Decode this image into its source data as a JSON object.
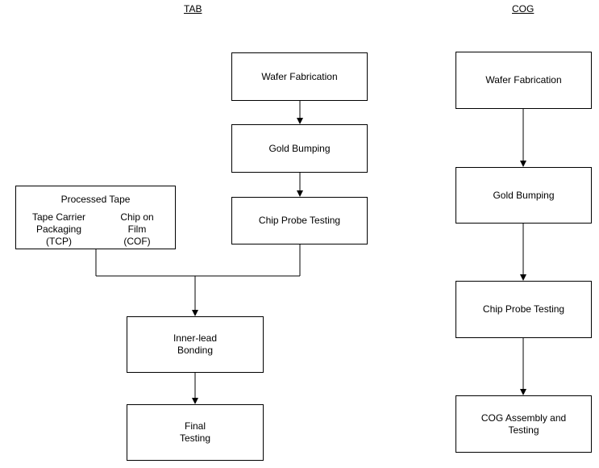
{
  "columns": {
    "tab": "TAB",
    "cog": "COG"
  },
  "tab_flow": {
    "wafer_fabrication": "Wafer Fabrication",
    "gold_bumping": "Gold Bumping",
    "chip_probe_testing": "Chip Probe Testing",
    "processed_tape": {
      "title": "Processed Tape",
      "left": "Tape Carrier\nPackaging\n(TCP)",
      "right": "Chip on\nFilm\n(COF)"
    },
    "inner_lead_bonding": "Inner-lead\nBonding",
    "final_testing": "Final\nTesting"
  },
  "cog_flow": {
    "wafer_fabrication": "Wafer Fabrication",
    "gold_bumping": "Gold Bumping",
    "chip_probe_testing": "Chip Probe Testing",
    "cog_assembly": "COG Assembly and\nTesting"
  }
}
